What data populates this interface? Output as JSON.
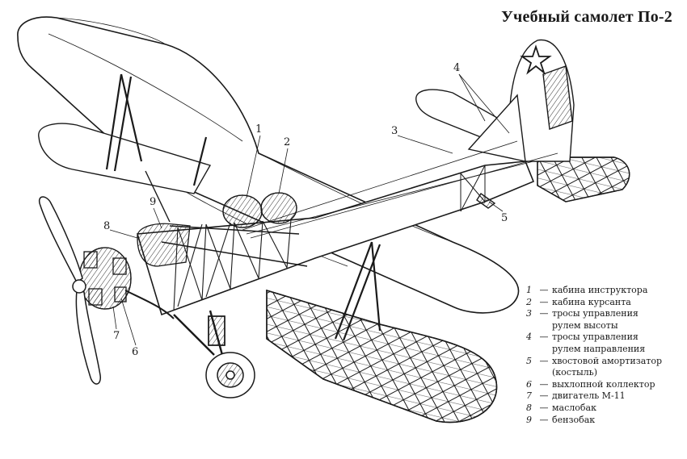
{
  "title": "Учебный самолет По-2",
  "callouts": [
    "1",
    "2",
    "3",
    "4",
    "5",
    "6",
    "7",
    "8",
    "9"
  ],
  "legend": [
    {
      "num": "1",
      "lines": [
        "кабина инструктора"
      ]
    },
    {
      "num": "2",
      "lines": [
        "кабина курсанта"
      ]
    },
    {
      "num": "3",
      "lines": [
        "тросы управления",
        "рулем высоты"
      ]
    },
    {
      "num": "4",
      "lines": [
        "тросы управления",
        "рулем направления"
      ]
    },
    {
      "num": "5",
      "lines": [
        "хвостовой амортизатор",
        "(костыль)"
      ]
    },
    {
      "num": "6",
      "lines": [
        "выхлопной коллектор"
      ]
    },
    {
      "num": "7",
      "lines": [
        "двигатель М-11"
      ]
    },
    {
      "num": "8",
      "lines": [
        "маслобак"
      ]
    },
    {
      "num": "9",
      "lines": [
        "бензобак"
      ]
    }
  ],
  "colors": {
    "ink": "#1a1a1a",
    "paper": "#ffffff",
    "shade": "#8a8a8a"
  }
}
